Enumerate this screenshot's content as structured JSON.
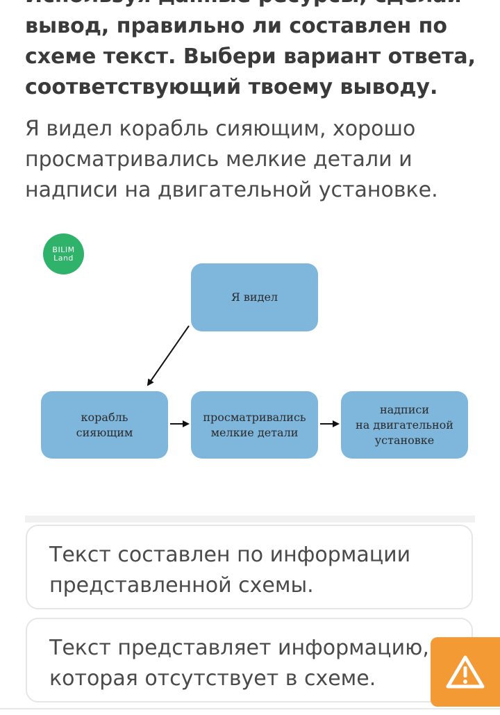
{
  "instructions": {
    "lines": [
      "Используя данные ресурсы, сделай",
      "вывод, правильно ли составлен по",
      "схеме текст. Выбери вариант ответа,",
      "соответствующий твоему выводу."
    ]
  },
  "passage": {
    "lines": [
      "Я видел корабль сияющим, хорошо",
      "просматривались мелкие детали и",
      "надписи на двигательной установке."
    ]
  },
  "logo": {
    "line1": "BILIM",
    "line2": "Land"
  },
  "diagram": {
    "top": "Я видел",
    "ship": [
      "корабль",
      "сияющим"
    ],
    "details": [
      "просматривались",
      "мелкие детали"
    ],
    "inscriptions": [
      "надписи",
      "на двигательной",
      "установке"
    ]
  },
  "options": [
    {
      "lines": [
        "Текст составлен по информации",
        "представленной схемы."
      ]
    },
    {
      "lines": [
        "Текст представляет информацию,",
        "которая отсутствует в схеме."
      ]
    }
  ],
  "report_button": {
    "icon": "warning-icon"
  },
  "colors": {
    "node": "#7fb6dc",
    "logo": "#2fb36a",
    "report": "#f49a35"
  }
}
